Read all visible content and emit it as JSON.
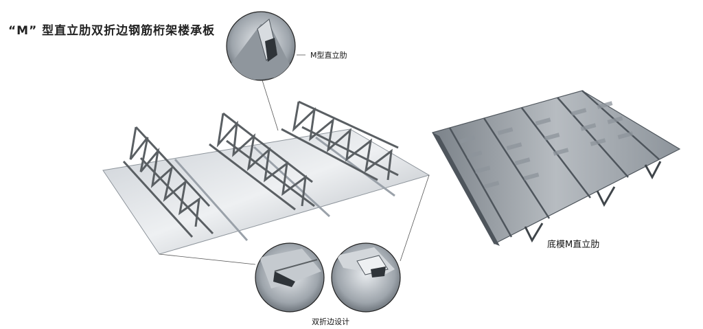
{
  "title": "“M” 型直立肋双折边钢筋桁架楼承板",
  "labels": {
    "m_rib": "M型直立肋",
    "double_fold": "双折边设计",
    "bottom_mold": "底模M直立肋"
  },
  "colors": {
    "steel_light": "#d7dbe0",
    "steel_mid": "#9aa1a9",
    "steel_dark": "#4e555c",
    "rebar": "#5a5f63"
  }
}
